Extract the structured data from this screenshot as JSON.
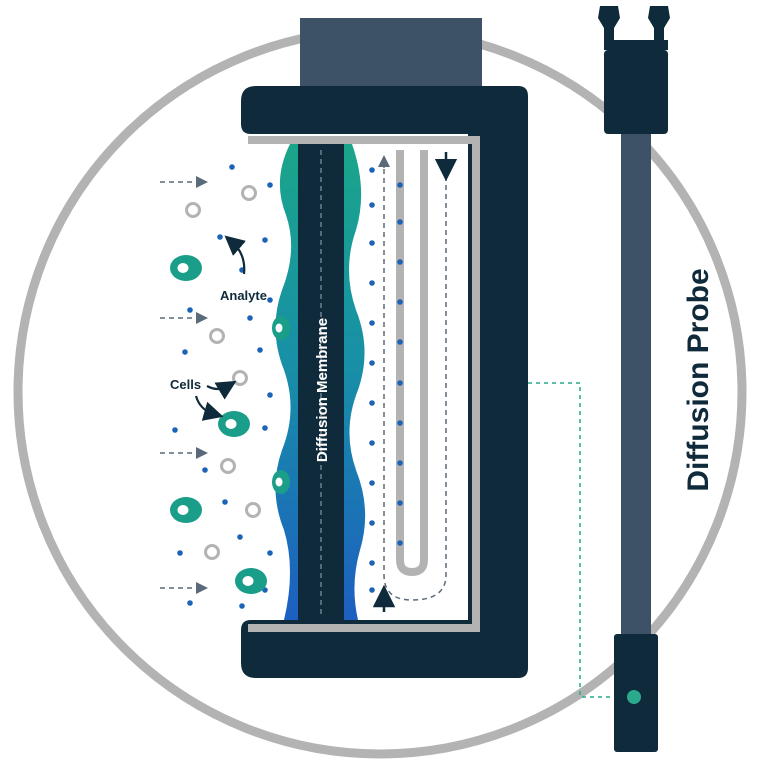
{
  "labels": {
    "membrane": "Diffusion Membrane",
    "probe": "Diffusion Probe",
    "analyte": "Analyte",
    "cells": "Cells"
  },
  "colors": {
    "navy": "#0f2a3a",
    "slate": "#3d5266",
    "teal": "#1a9e8a",
    "blue": "#1d63b8",
    "grey": "#b3b3b3",
    "dash": "#5a6a7a",
    "connector": "#2aa98c"
  },
  "icons": {
    "cell": "cell-icon",
    "analyte": "analyte-dot-icon",
    "particle": "particle-circle-icon",
    "flow_up": "arrow-up-icon",
    "flow_down": "arrow-down-icon",
    "flow_in": "dashed-arrow-right-icon"
  }
}
